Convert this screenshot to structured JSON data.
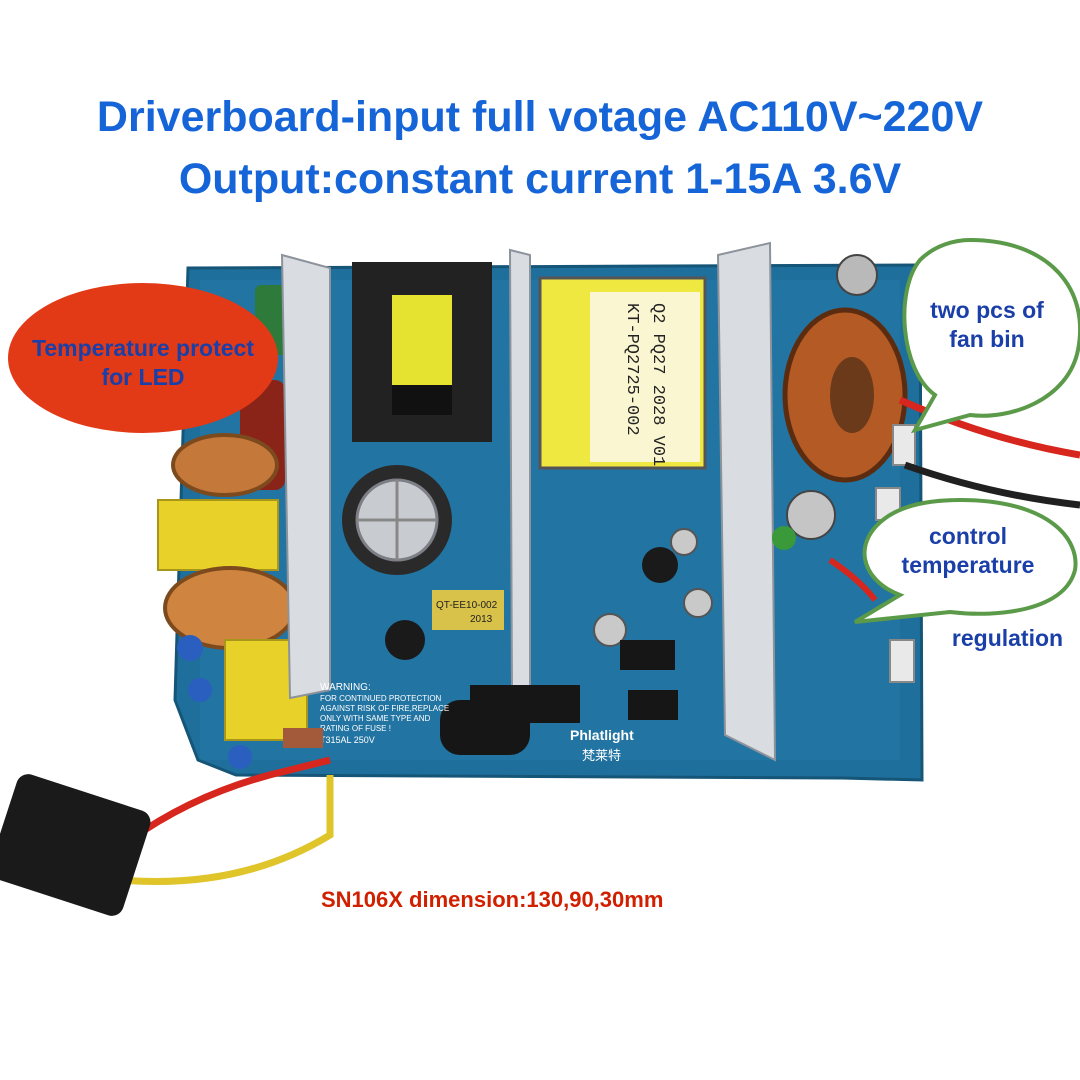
{
  "headline": {
    "line1": "Driverboard-input full votage AC110V~220V",
    "line2": "Output:constant current 1-15A 3.6V"
  },
  "callouts": {
    "led_protect": "Temperature protect for LED",
    "fan_bin": "two pcs of fan bin",
    "control_temp": "control temperature",
    "regulation": "regulation"
  },
  "board_print": {
    "transformer_label": "KT-PQ2725-002",
    "transformer_code": "Q2 PQ27 2028 V01",
    "warning_title": "WARNING:",
    "warning_lines": [
      "FOR CONTINUED PROTECTION",
      "AGAINST RISK OF FIRE,REPLACE",
      "ONLY WITH SAME TYPE AND",
      "RATING OF FUSE !",
      "T315AL 250V"
    ],
    "brand": "Phlatlight",
    "brand_cn": "梵莱特",
    "inductor_label": "QT-EE10-002",
    "inductor_year": "2013"
  },
  "dimension_note": "SN106X dimension:130,90,30mm",
  "colors": {
    "headline": "#1565d8",
    "pcb": "#1f6f9c",
    "callout_red": "#e23a16",
    "callout_blue_text": "#1a3fa8",
    "callout_bubble_stroke": "#5a9a48",
    "dimension_text": "#d02000"
  }
}
